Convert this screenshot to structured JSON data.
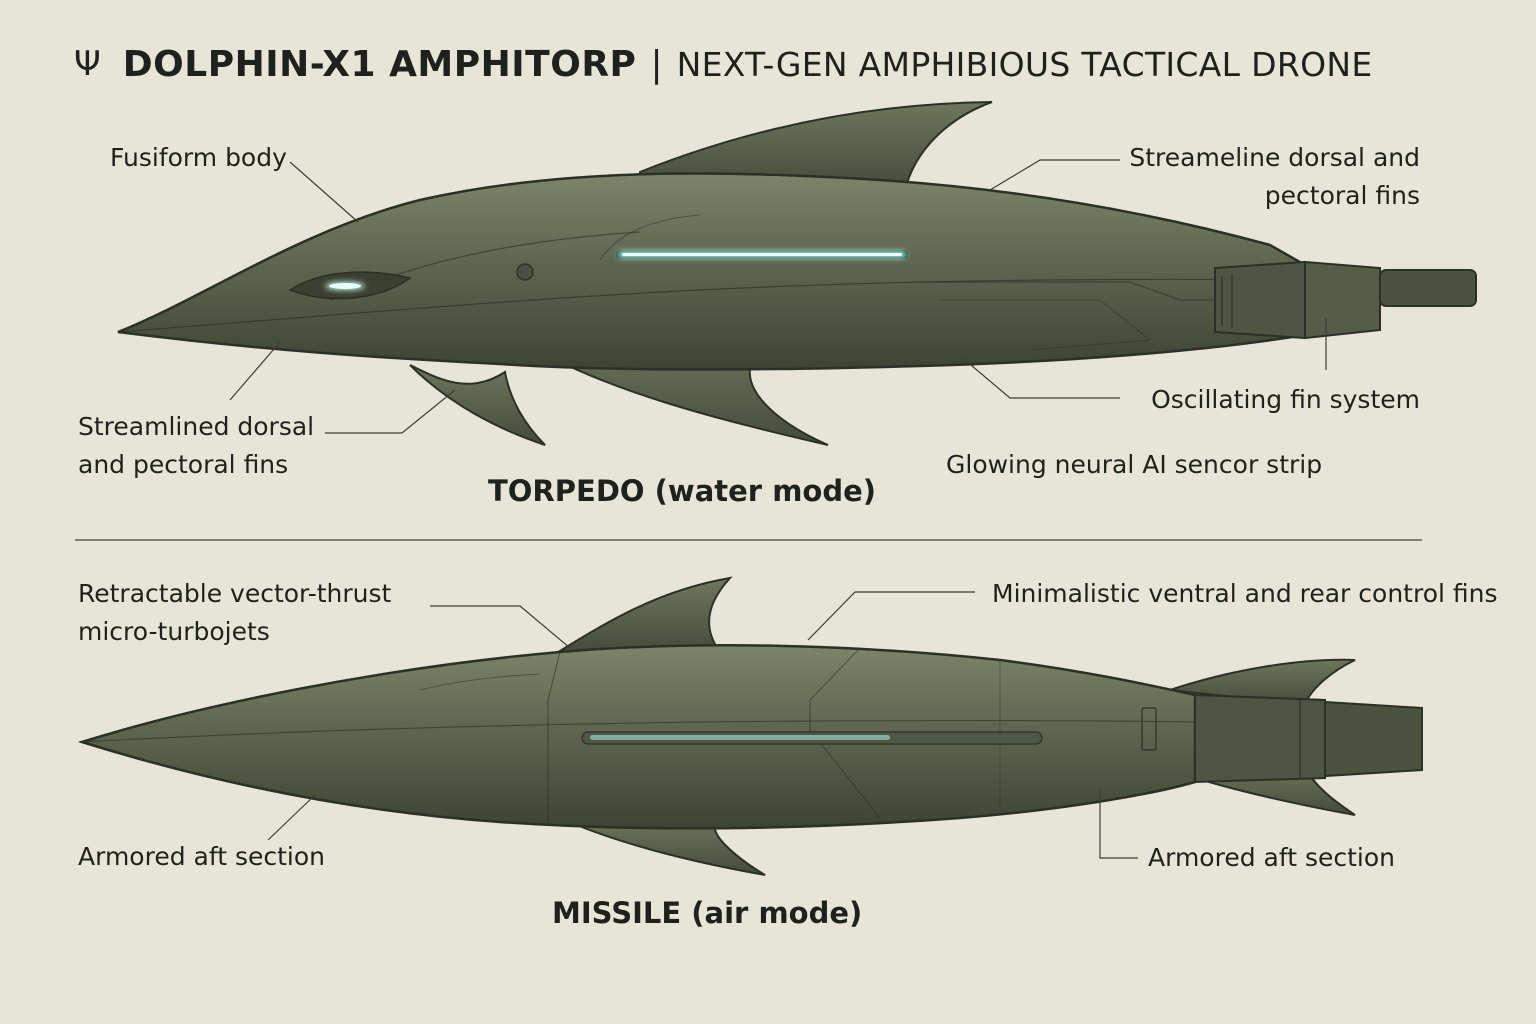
{
  "header": {
    "icon": "trident-icon",
    "title": "DOLPHIN-X1 AMPHITORP",
    "separator": "|",
    "subtitle": "NEXT-GEN AMPHIBIOUS TACTICAL DRONE"
  },
  "torpedo": {
    "mode_label": "TORPEDO (water mode)",
    "labels": {
      "fusiform_body": "Fusiform body",
      "dorsal_pectoral_right_line1": "Streameline dorsal and",
      "dorsal_pectoral_right_line2": "pectoral  fins",
      "dorsal_pectoral_left_line1": "Streamlined dorsal",
      "dorsal_pectoral_left_line2": "and pectoral fins",
      "oscillating": "Oscillating  fin  system",
      "sensor_strip": "Glowing neural  AI sencor strip"
    }
  },
  "missile": {
    "mode_label": "MISSILE (air mode)",
    "labels": {
      "turbojets_line1": "Retractable vector-thrust",
      "turbojets_line2": "micro-turbojets",
      "control_fins": "Minimalistic ventral and rear control fins",
      "aft_left": "Armored aft section",
      "aft_right": "Armored aft section"
    }
  },
  "colors": {
    "background": "#e6e5d7",
    "hull": "#5f6650",
    "hull_dark": "#3e4434",
    "hull_light": "#7d8469",
    "sensor_glow": "#9ff3e4",
    "ink": "#1f211c"
  }
}
